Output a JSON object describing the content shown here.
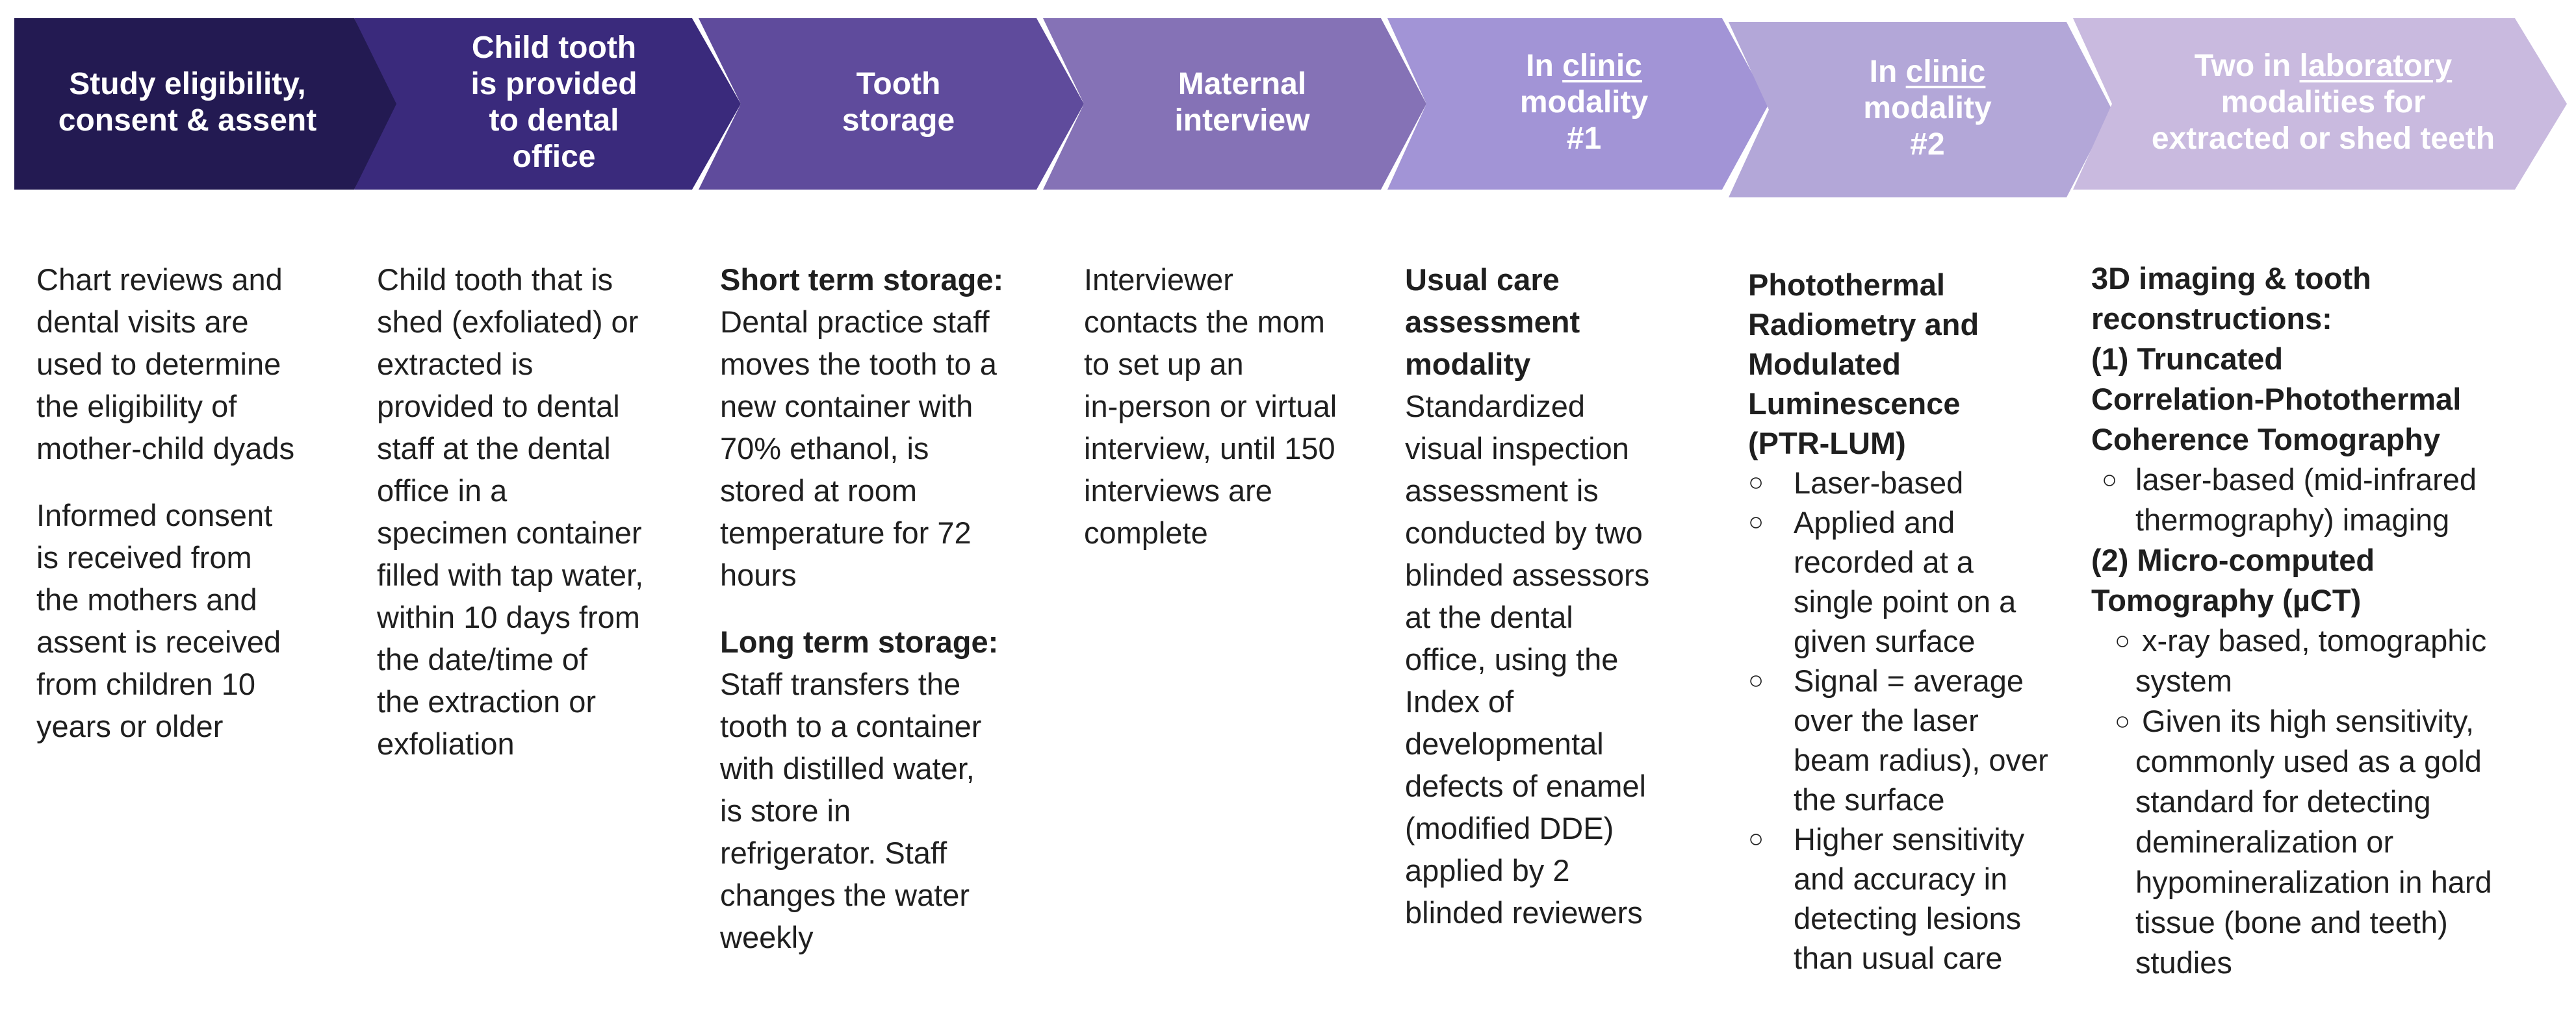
{
  "steps": [
    {
      "lines": [
        [
          {
            "t": "Study eligibility,"
          }
        ],
        [
          {
            "t": "consent & assent"
          }
        ]
      ],
      "color": "#231a52"
    },
    {
      "lines": [
        [
          {
            "t": "Child tooth"
          }
        ],
        [
          {
            "t": "is provided"
          }
        ],
        [
          {
            "t": "to dental"
          }
        ],
        [
          {
            "t": "office"
          }
        ]
      ],
      "color": "#3a2a7c"
    },
    {
      "lines": [
        [
          {
            "t": "Tooth"
          }
        ],
        [
          {
            "t": "storage"
          }
        ]
      ],
      "color": "#5f4b9c"
    },
    {
      "lines": [
        [
          {
            "t": "Maternal"
          }
        ],
        [
          {
            "t": "interview"
          }
        ]
      ],
      "color": "#8572b6"
    },
    {
      "lines": [
        [
          {
            "t": "In "
          },
          {
            "t": "clinic",
            "u": true
          }
        ],
        [
          {
            "t": "modality"
          }
        ],
        [
          {
            "t": "#1"
          }
        ]
      ],
      "color": "#a294d6"
    },
    {
      "lines": [
        [
          {
            "t": "In "
          },
          {
            "t": "clinic",
            "u": true
          }
        ],
        [
          {
            "t": "modality"
          }
        ],
        [
          {
            "t": "#2"
          }
        ]
      ],
      "color": "#b3a7d8"
    },
    {
      "lines": [
        [
          {
            "t": "Two in "
          },
          {
            "t": "laboratory",
            "u": true
          }
        ],
        [
          {
            "t": "modalities  for"
          }
        ],
        [
          {
            "t": "extracted or shed teeth"
          }
        ]
      ],
      "color": "#c9badf"
    }
  ],
  "col1": {
    "p1": [
      "Chart reviews and",
      "dental visits are",
      "used to determine",
      "the eligibility of",
      "mother-child dyads"
    ],
    "p2": [
      "Informed consent",
      "is received from",
      "the mothers and",
      "assent is received",
      "from children 10",
      "years or older"
    ]
  },
  "col2": {
    "p1": [
      "Child tooth that is",
      "shed (exfoliated) or",
      "extracted is",
      "provided to dental",
      "staff at the dental",
      "office in a",
      "specimen container",
      "filled with tap water,",
      "within 10 days from",
      "the date/time of",
      "the extraction or",
      "exfoliation"
    ]
  },
  "col3": {
    "h1": "Short term storage:",
    "p1": [
      "Dental practice staff",
      "moves the tooth to a",
      "new container with",
      "70% ethanol, is",
      "stored at room",
      "temperature for 72",
      "hours"
    ],
    "h2": "Long term storage:",
    "p2": [
      "Staff transfers the",
      "tooth to a container",
      "with distilled water,",
      "is store in",
      "refrigerator. Staff",
      "changes the water",
      "weekly"
    ]
  },
  "col4": {
    "p1": [
      "Interviewer",
      "contacts the mom",
      "to set up an",
      "in-person or virtual",
      "interview, until 150",
      "interviews are",
      "complete"
    ]
  },
  "col5": {
    "h1": [
      "Usual care",
      "assessment",
      "modality"
    ],
    "p1": [
      "Standardized",
      "visual inspection",
      "assessment is",
      "conducted by two",
      "blinded assessors",
      "at the dental",
      "office, using the",
      "Index of",
      "developmental",
      "defects of enamel",
      "(modified DDE)",
      "applied by 2",
      "blinded reviewers"
    ]
  },
  "col6": {
    "h1": [
      "Photothermal",
      "Radiometry and",
      "Modulated",
      "Luminescence",
      "(PTR-LUM)"
    ],
    "bullets": [
      [
        "Laser-based"
      ],
      [
        "Applied and",
        "recorded at a",
        "single point on a",
        "given surface"
      ],
      [
        "Signal = average",
        "over the laser",
        "beam radius), over",
        "the surface"
      ],
      [
        "Higher sensitivity",
        "and accuracy in",
        "detecting lesions",
        "than usual care"
      ]
    ],
    "bullet_glyph": "○"
  },
  "col7": {
    "h1": [
      "3D imaging & tooth",
      "reconstructions:"
    ],
    "h2": [
      "(1) Truncated",
      "Correlation-Photothermal",
      "Coherence Tomography"
    ],
    "b1": [
      "laser-based (mid-infrared",
      "thermography) imaging"
    ],
    "h3": [
      "(2) Micro-computed",
      "Tomography (µCT)"
    ],
    "b2": [
      "x-ray based, tomographic",
      "system"
    ],
    "b3": [
      "Given its high sensitivity,",
      "commonly  used as a gold",
      "standard for detecting",
      "demineralization or",
      "hypomineralization in hard",
      "tissue (bone and teeth)",
      "studies"
    ],
    "bullet_glyph": "○"
  }
}
